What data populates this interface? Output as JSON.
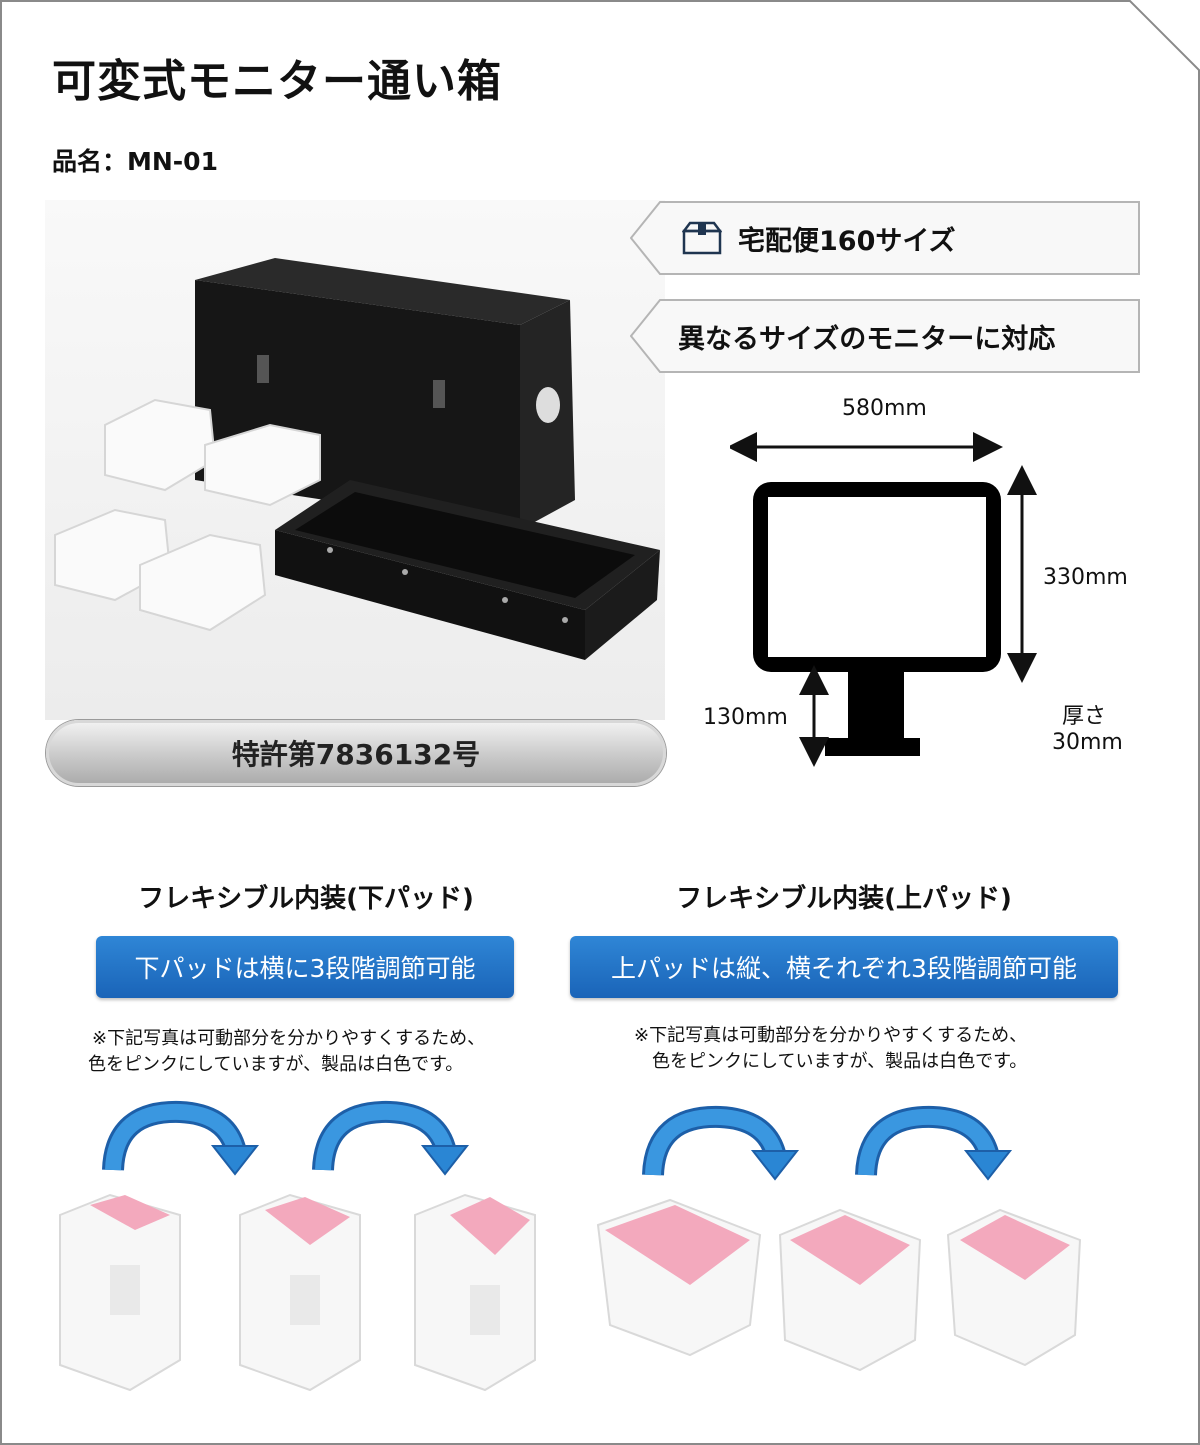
{
  "title": "可変式モニター通い箱",
  "product_name": "品名：MN-01",
  "patent": "特許第7836132号",
  "tags": [
    {
      "label": "宅配便160サイズ",
      "icon": "box-icon"
    },
    {
      "label": "異なるサイズのモニターに対応"
    }
  ],
  "dimensions": {
    "width": "580mm",
    "height": "330mm",
    "stand": "130mm",
    "thickness_label": "厚さ",
    "thickness": "30mm"
  },
  "sections": [
    {
      "title": "フレキシブル内装(下パッド)",
      "banner": "下パッドは横に3段階調節可能",
      "note_line1": "※下記写真は可動部分を分かりやすくするため、",
      "note_line2": "色をピンクにしていますが、製品は白色です。"
    },
    {
      "title": "フレキシブル内装(上パッド)",
      "banner": "上パッドは縦、横それぞれ3段階調節可能",
      "note_line1": "※下記写真は可動部分を分かりやすくするため、",
      "note_line2": "色をピンクにしていますが、製品は白色です。"
    }
  ],
  "colors": {
    "banner_blue": "#1f6fc4",
    "arrow_blue": "#2a86d4",
    "pad_pink": "#f3a9bd"
  }
}
